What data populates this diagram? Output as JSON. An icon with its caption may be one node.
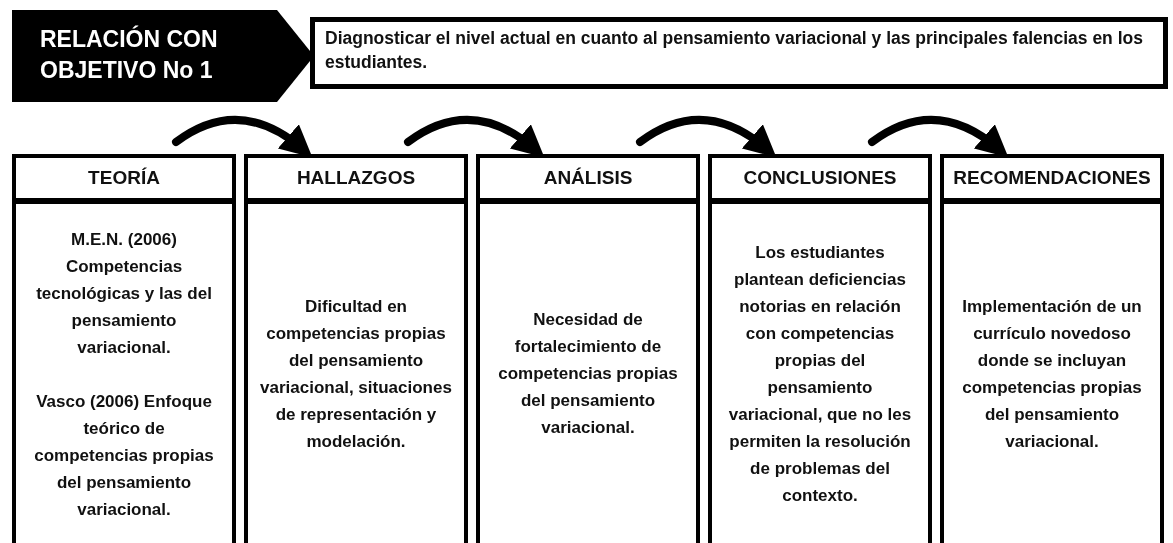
{
  "diagram": {
    "nodes": [
      {
        "text": [
          "RELACIÓN CON OBJETIVO No 1"
        ]
      },
      {
        "text": [
          "Diagnosticar el nivel actual en cuanto al pensamiento variacional y las principales falencias en los estudiantes."
        ]
      },
      {
        "text": [
          "TEORÍA"
        ]
      },
      {
        "text": [
          "M.E.N. (2006) Competencias tecnológicas y las del pensamiento variacional.",
          "Vasco (2006) Enfoque teórico de competencias propias del pensamiento variacional."
        ]
      },
      {
        "text": [
          "HALLAZGOS"
        ]
      },
      {
        "text": [
          "Dificultad en competencias propias del pensamiento variacional, situaciones de representación y modelación."
        ]
      },
      {
        "text": [
          "ANÁLISIS"
        ]
      },
      {
        "text": [
          "Necesidad de fortalecimiento de competencias propias del pensamiento variacional."
        ]
      },
      {
        "text": [
          "CONCLUSIONES"
        ]
      },
      {
        "text": [
          "Los estudiantes plantean deficiencias notorias en relación con competencias propias del pensamiento variacional, que no les permiten la resolución de problemas del contexto."
        ]
      },
      {
        "text": [
          "RECOMENDACIONES"
        ]
      },
      {
        "text": [
          "Implementación de un currículo novedoso donde se incluyan competencias propias del pensamiento variacional."
        ]
      }
    ],
    "edges": [
      {
        "from": 2,
        "to": 4,
        "arrow": "to"
      },
      {
        "from": 4,
        "to": 6,
        "arrow": "to"
      },
      {
        "from": 6,
        "to": 8,
        "arrow": "to"
      },
      {
        "from": 8,
        "to": 10,
        "arrow": "to"
      }
    ]
  }
}
